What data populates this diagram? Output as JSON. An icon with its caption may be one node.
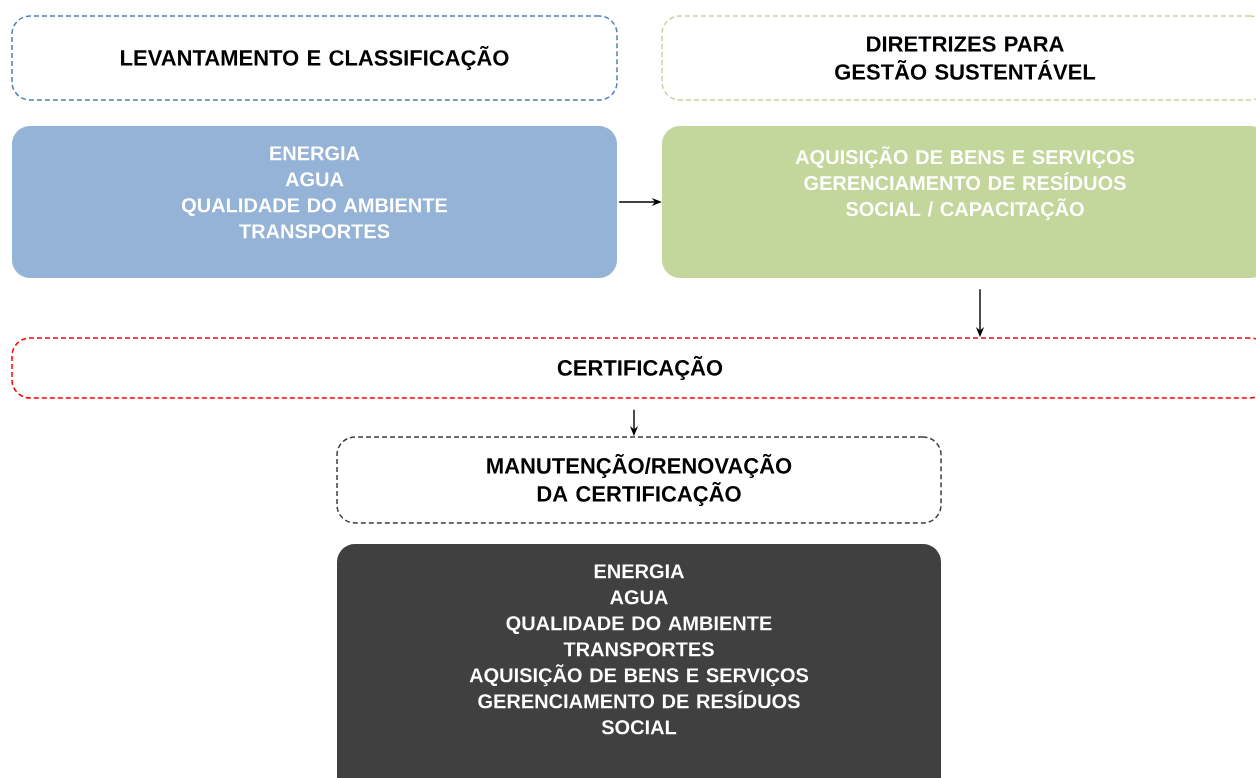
{
  "diagram": {
    "nodes": [
      {
        "text": [
          "LEVANTAMENTO E CLASSIFICAÇÃO"
        ]
      },
      {
        "text": [
          "ENERGIA",
          "AGUA",
          "QUALIDADE DO AMBIENTE",
          "TRANSPORTES"
        ]
      },
      {
        "text": [
          "DIRETRIZES PARA GESTÃO SUSTENTÁVEL"
        ]
      },
      {
        "text": [
          "AQUISIÇÃO DE BENS E SERVIÇOS",
          "GERENCIAMENTO DE RESÍDUOS",
          "SOCIAL / CAPACITAÇÃO"
        ]
      },
      {
        "text": [
          "CERTIFICAÇÃO"
        ]
      },
      {
        "text": [
          "MANUTENÇÃO/RENOVAÇÃO DA CERTIFICAÇÃO"
        ]
      },
      {
        "text": [
          "ENERGIA",
          "AGUA",
          "QUALIDADE DO AMBIENTE",
          "TRANSPORTES",
          "AQUISIÇÃO DE BENS E SERVIÇOS",
          "GERENCIAMENTO DE RESÍDUOS",
          "SOCIAL"
        ]
      }
    ],
    "edges": [
      {
        "from": 1,
        "to": 3,
        "arrow": "to"
      },
      {
        "from": 3,
        "to": 4,
        "arrow": "to"
      },
      {
        "from": 4,
        "to": 5,
        "arrow": "to"
      }
    ]
  }
}
